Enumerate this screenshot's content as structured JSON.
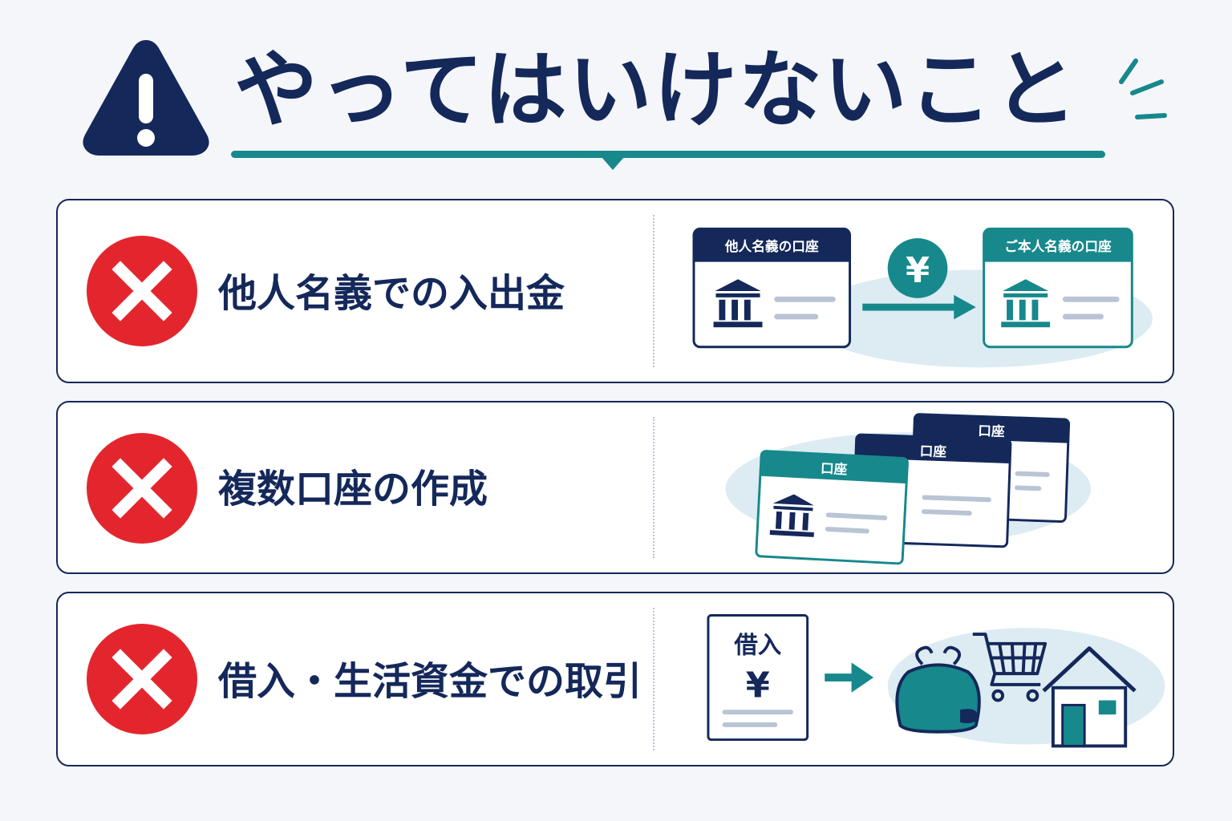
{
  "header": {
    "title": "やってはいけないこと",
    "warning_icon": "warning-triangle-icon"
  },
  "colors": {
    "navy": "#14285a",
    "teal": "#17888c",
    "red": "#e3262d",
    "background": "#f4f6f9"
  },
  "items": [
    {
      "label": "他人名義での入出金",
      "illustration": {
        "from_account": "他人名義の口座",
        "to_account": "ご本人名義の口座",
        "currency_symbol": "¥"
      }
    },
    {
      "label": "複数口座の作成",
      "illustration": {
        "accounts": [
          "口座",
          "口座",
          "口座"
        ]
      }
    },
    {
      "label": "借入・生活資金での取引",
      "illustration": {
        "document_title": "借入",
        "currency_symbol": "¥",
        "icons": [
          "wallet-icon",
          "shopping-cart-icon",
          "house-icon"
        ]
      }
    }
  ]
}
